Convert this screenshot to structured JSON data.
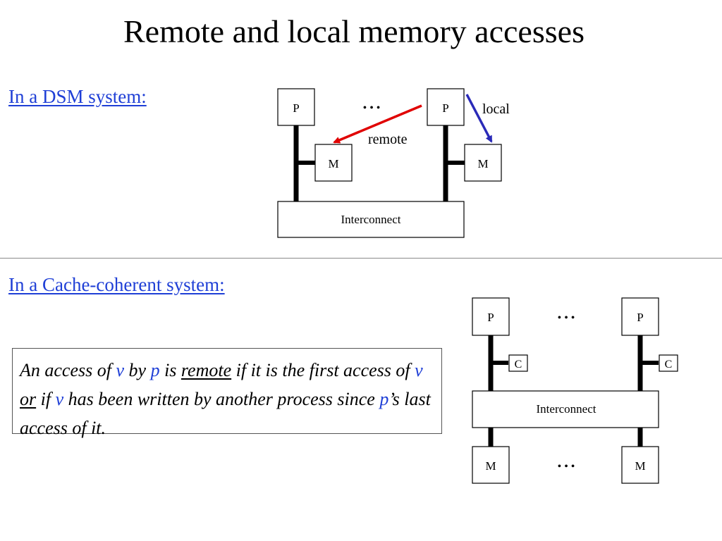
{
  "title": "Remote and local memory accesses",
  "dsm": {
    "section_label": "In a DSM system:",
    "processor_label": "P",
    "memory_label": "M",
    "ellipsis": "• • •",
    "interconnect_label": "Interconnect",
    "remote_label": "remote",
    "local_label": "local",
    "remote_arrow_color": "#e00000",
    "local_arrow_color": "#2a2ab8"
  },
  "cache_coherent": {
    "section_label": "In a Cache-coherent system:",
    "processor_label": "P",
    "cache_label": "C",
    "memory_label": "M",
    "ellipsis": "• • •",
    "interconnect_label": "Interconnect"
  },
  "definition": {
    "t1": "An access of ",
    "v1": "v",
    "t2": " by ",
    "p1": "p",
    "t3": " is ",
    "remote": "remote",
    "t4": " if it is the first access of ",
    "v2": "v",
    "t5": " ",
    "or": "or",
    "t6": " if ",
    "v3": "v",
    "t7": " has been written by another process since ",
    "p2": "p",
    "t8": "’s last access of it."
  },
  "accent_color": "#1f3fd6"
}
